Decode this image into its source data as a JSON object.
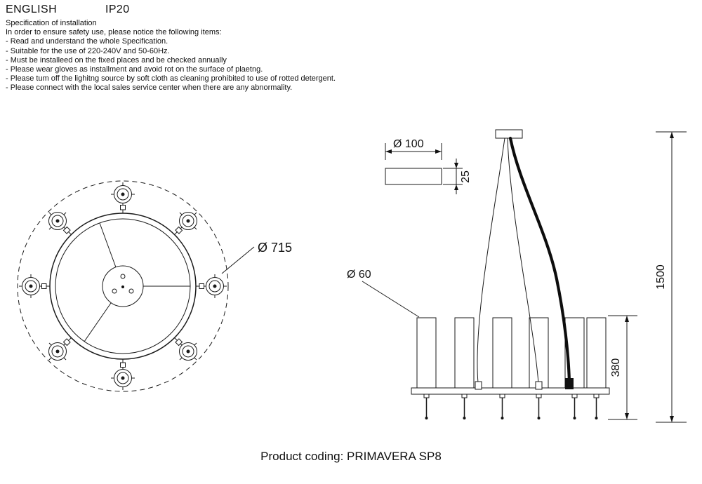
{
  "header": {
    "language": "ENGLISH",
    "ip_rating": "IP20"
  },
  "spec": {
    "title": "Specification of installation",
    "intro": "In order to ensure safety use, please notice the following items:",
    "items": [
      "- Read and understand the whole Specification.",
      "- Suitable for the use of 220-240V and 50-60Hz.",
      "- Must be installeed on the fixed places and be checked annually",
      "- Please wear gloves as installment and avoid rot on the surface of plaetng.",
      "- Please tum off the lighitng source by soft cloth as cleaning prohibited to use of rotted detergent.",
      "- Please connect with the local sales service center when there are any abnormality."
    ]
  },
  "top_view": {
    "diameter_label": "Ø 715"
  },
  "side_view": {
    "canopy_diameter_label": "Ø 100",
    "canopy_height_label": "25",
    "shade_diameter_label": "Ø 60",
    "body_height_label": "380",
    "overall_height_label": "1500"
  },
  "footer": {
    "product_coding": "Product coding: PRIMAVERA SP8"
  }
}
